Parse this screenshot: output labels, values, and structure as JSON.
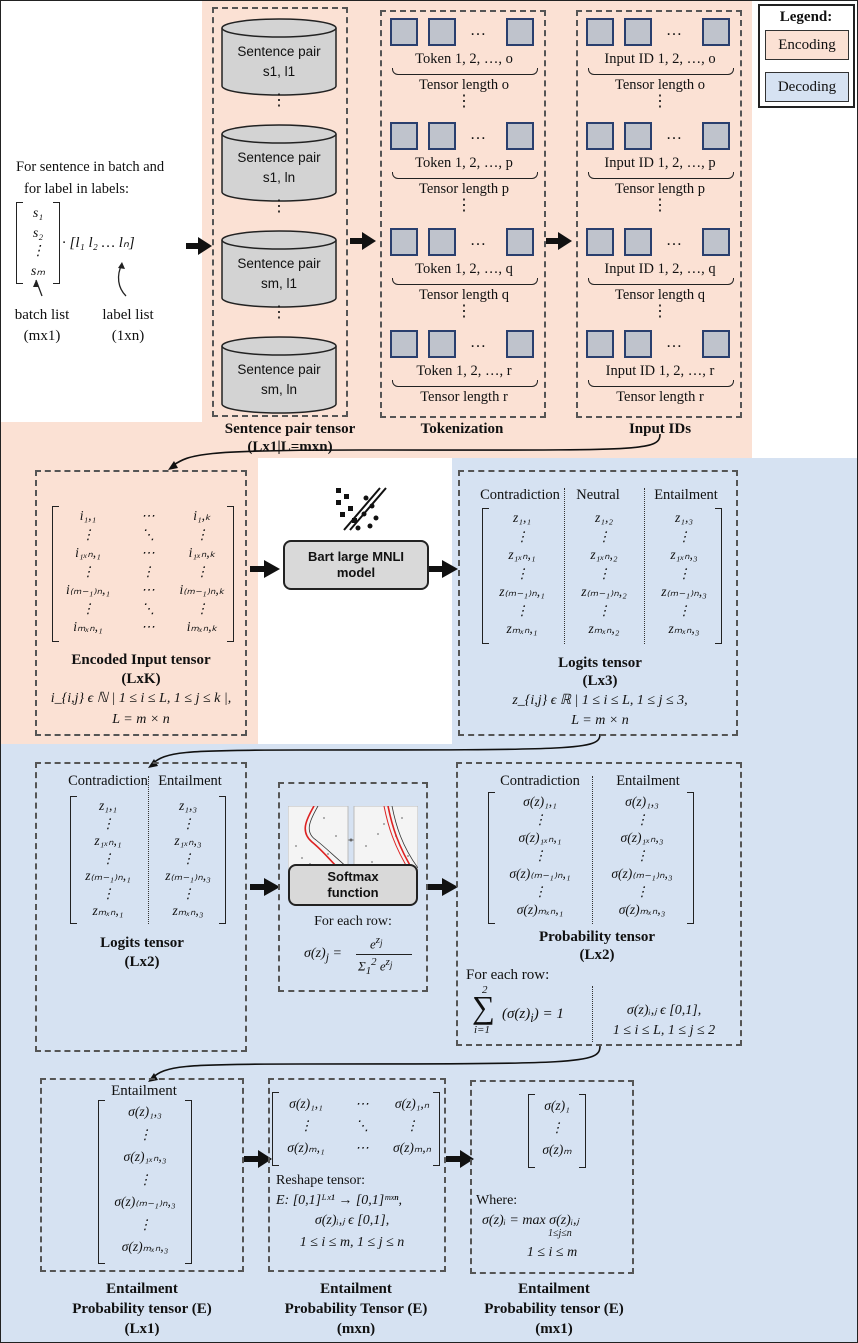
{
  "colors": {
    "encoding": "#fbe1d4",
    "decoding": "#d6e2f2",
    "token": "#bfc3cc",
    "token_border": "#2a3f6e"
  },
  "legend": {
    "title": "Legend:",
    "encoding": "Encoding",
    "decoding": "Decoding"
  },
  "input": {
    "line1": "For sentence in batch and",
    "line2": "for label in labels:",
    "batch_list": "batch list",
    "batch_dim": "(mx1)",
    "label_list": "label list",
    "label_dim": "(1xn)",
    "vec_s": [
      "s₁",
      "s₂",
      "⋮",
      "sₘ"
    ],
    "vec_l": "· [l₁   l₂   …   lₙ]"
  },
  "sentence_pairs": {
    "items": [
      "Sentence pair\ns1, l1",
      "Sentence pair\ns1, ln",
      "Sentence pair\nsm, l1",
      "Sentence pair\nsm, ln"
    ],
    "caption1": "Sentence pair tensor",
    "caption2": "(Lx1|L=mxn)"
  },
  "tokenization": {
    "rows": [
      {
        "label": "Token 1, 2, …, o",
        "len": "Tensor length o"
      },
      {
        "label": "Token 1, 2, …, p",
        "len": "Tensor length p"
      },
      {
        "label": "Token 1, 2, …, q",
        "len": "Tensor length q"
      },
      {
        "label": "Token 1, 2, …, r",
        "len": "Tensor length r"
      }
    ],
    "caption": "Tokenization"
  },
  "input_ids": {
    "rows": [
      {
        "label": "Input ID 1, 2, …, o",
        "len": "Tensor length o"
      },
      {
        "label": "Input ID 1, 2, …, p",
        "len": "Tensor length p"
      },
      {
        "label": "Input ID 1, 2, …, q",
        "len": "Tensor length q"
      },
      {
        "label": "Input ID 1, 2, …, r",
        "len": "Tensor length r"
      }
    ],
    "caption": "Input IDs"
  },
  "encoded": {
    "matrix": [
      [
        "i₁,₁",
        "⋯",
        "i₁,ₖ"
      ],
      [
        "⋮",
        "⋱",
        "⋮"
      ],
      [
        "i₁ₓₙ,₁",
        "⋯",
        "i₁ₓₙ,ₖ"
      ],
      [
        "⋮",
        "⋮",
        "⋮"
      ],
      [
        "i₍ₘ₋₁₎ₙ,₁",
        "⋯",
        "i₍ₘ₋₁₎ₙ,ₖ"
      ],
      [
        "⋮",
        "⋱",
        "⋮"
      ],
      [
        "iₘₓₙ,₁",
        "⋯",
        "iₘₓₙ,ₖ"
      ]
    ],
    "caption1": "Encoded Input tensor",
    "caption2": "(LxK)",
    "cond1": "i_{i,j} ϵ ℕ | 1 ≤ i ≤ L, 1 ≤ j ≤ k |,",
    "cond2": "L = m × n"
  },
  "model": {
    "label1": "Bart large MNLI",
    "label2": "model"
  },
  "logits3": {
    "headers": [
      "Contradiction",
      "Neutral",
      "Entailment"
    ],
    "matrix": [
      [
        "z₁,₁",
        "z₁,₂",
        "z₁,₃"
      ],
      [
        "⋮",
        "⋮",
        "⋮"
      ],
      [
        "z₁ₓₙ,₁",
        "z₁ₓₙ,₂",
        "z₁ₓₙ,₃"
      ],
      [
        "⋮",
        "⋮",
        "⋮"
      ],
      [
        "z₍ₘ₋₁₎ₙ,₁",
        "z₍ₘ₋₁₎ₙ,₂",
        "z₍ₘ₋₁₎ₙ,₃"
      ],
      [
        "⋮",
        "⋮",
        "⋮"
      ],
      [
        "zₘₓₙ,₁",
        "zₘₓₙ,₂",
        "zₘₓₙ,₃"
      ]
    ],
    "caption1": "Logits tensor",
    "caption2": "(Lx3)",
    "cond1": "z_{i,j} ϵ ℝ | 1 ≤ i ≤ L, 1 ≤ j ≤ 3,",
    "cond2": "L = m × n"
  },
  "logits2": {
    "headers": [
      "Contradiction",
      "Entailment"
    ],
    "matrix": [
      [
        "z₁,₁",
        "z₁,₃"
      ],
      [
        "⋮",
        "⋮"
      ],
      [
        "z₁ₓₙ,₁",
        "z₁ₓₙ,₃"
      ],
      [
        "⋮",
        "⋮"
      ],
      [
        "z₍ₘ₋₁₎ₙ,₁",
        "z₍ₘ₋₁₎ₙ,₃"
      ],
      [
        "⋮",
        "⋮"
      ],
      [
        "zₘₓₙ,₁",
        "zₘₓₙ,₃"
      ]
    ],
    "caption1": "Logits tensor",
    "caption2": "(Lx2)"
  },
  "softmax": {
    "label1": "Softmax",
    "label2": "function",
    "each_row": "For each row:",
    "formula": "σ(z)ⱼ = e^{zⱼ} / Σ₁² e^{zⱼ}"
  },
  "prob": {
    "headers": [
      "Contradiction",
      "Entailment"
    ],
    "matrix": [
      [
        "σ(z)₁,₁",
        "σ(z)₁,₃"
      ],
      [
        "⋮",
        "⋮"
      ],
      [
        "σ(z)₁ₓₙ,₁",
        "σ(z)₁ₓₙ,₃"
      ],
      [
        "⋮",
        "⋮"
      ],
      [
        "σ(z)₍ₘ₋₁₎ₙ,₁",
        "σ(z)₍ₘ₋₁₎ₙ,₃"
      ],
      [
        "⋮",
        "⋮"
      ],
      [
        "σ(z)ₘₓₙ,₁",
        "σ(z)ₘₓₙ,₃"
      ]
    ],
    "caption1": "Probability tensor",
    "caption2": "(Lx2)",
    "each_row": "For each row:",
    "sum": "Σᵢ₌₁² (σ(z)ᵢ) = 1",
    "cond1": "σ(z)ᵢ,ⱼ ϵ [0,1],",
    "cond2": "1 ≤ i ≤ L, 1 ≤ j ≤ 2"
  },
  "ent1": {
    "header": "Entailment",
    "vector": [
      "σ(z)₁,₃",
      "⋮",
      "σ(z)₁ₓₙ,₃",
      "⋮",
      "σ(z)₍ₘ₋₁₎ₙ,₃",
      "⋮",
      "σ(z)ₘₓₙ,₃"
    ],
    "caption1": "Entailment",
    "caption2": "Probability tensor (E)",
    "caption3": "(Lx1)"
  },
  "ent2": {
    "matrix": [
      [
        "σ(z)₁,₁",
        "⋯",
        "σ(z)₁,ₙ"
      ],
      [
        "⋮",
        "⋱",
        "⋮"
      ],
      [
        "σ(z)ₘ,₁",
        "⋯",
        "σ(z)ₘ,ₙ"
      ]
    ],
    "reshape": "Reshape tensor:",
    "line1": "E: [0,1]ᴸˣ¹ → [0,1]ᵐˣⁿ,",
    "line2": "σ(z)ᵢ,ⱼ ϵ [0,1],",
    "line3": "1 ≤ i ≤ m, 1 ≤ j ≤ n",
    "caption1": "Entailment",
    "caption2": "Probability Tensor (E)",
    "caption3": "(mxn)"
  },
  "ent3": {
    "vector": [
      "σ(z)₁",
      "⋮",
      "σ(z)ₘ"
    ],
    "where": "Where:",
    "line1": "σ(z)ᵢ = max σ(z)ᵢ,ⱼ",
    "line1sub": "1≤j≤n",
    "line2": "1 ≤ i ≤ m",
    "caption1": "Entailment",
    "caption2": "Probability tensor (E)",
    "caption3": "(mx1)"
  }
}
